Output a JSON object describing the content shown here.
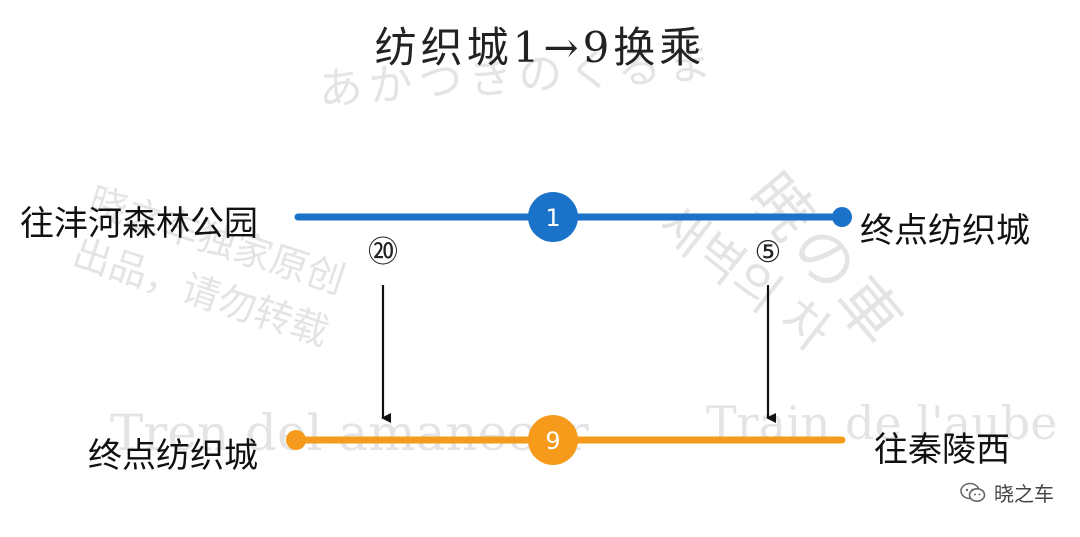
{
  "title": "纺织城1→9换乘",
  "lines": [
    {
      "number": "1",
      "color": "#1a73c8",
      "left_label": "往沣河森林公园",
      "right_label": "终点纺织城"
    },
    {
      "number": "9",
      "color": "#f59a1b",
      "left_label": "终点纺织城",
      "right_label": "往秦陵西"
    }
  ],
  "transfers": [
    {
      "marker": "⑳"
    },
    {
      "marker": "⑤"
    }
  ],
  "watermarks": {
    "kana": "あかつきのくるま",
    "line1": "晓之车独家原创",
    "line2": "出品，请勿转载",
    "korean": "새벽의 차",
    "kanji_big": "暁の車",
    "spanish": "Tren del amanecer",
    "french": "Train de l'aube"
  },
  "brand": {
    "name": "晓之车",
    "icon": "wechat-icon"
  }
}
